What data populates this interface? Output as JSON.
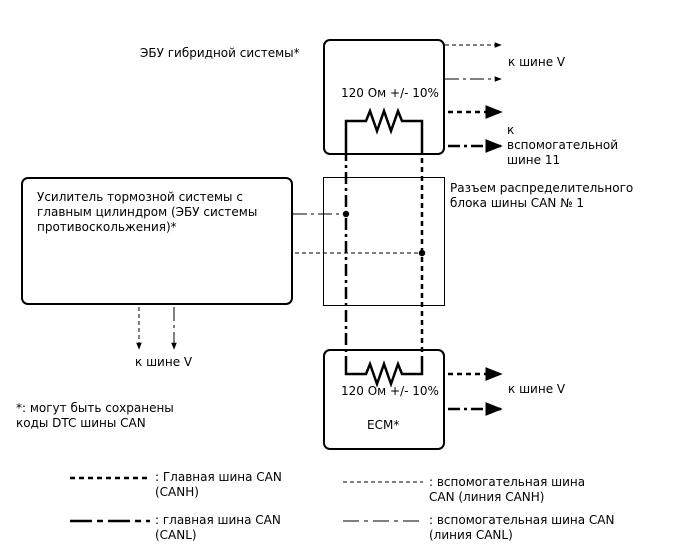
{
  "hybrid_ecu": {
    "title": "ЭБУ гибридной системы*",
    "resistor": "120 Ом +/- 10%"
  },
  "brake_booster": {
    "title": "Усилитель тормозной системы с главным цилиндром (ЭБУ системы противоскольжения)*"
  },
  "junction_connector": {
    "title": "Разъем распределительного блока шины CAN № 1"
  },
  "ecm": {
    "title": "ECM*",
    "resistor": "120 Ом +/- 10%"
  },
  "destinations": {
    "hybrid_to_bus_v": "к шине V",
    "hybrid_to_aux_bus": "к вспомогательной шине 11",
    "brake_to_bus_v": "к шине V",
    "ecm_to_bus_v": "к шине V"
  },
  "footnote": "*: могут быть сохранены коды DTC шины CAN",
  "legend": {
    "main_canh": ": Главная шина CAN (CANH)",
    "main_canl": ": главная шина CAN (CANL)",
    "aux_canh": ": вспомогательная шина CAN (линия CANH)",
    "aux_canl": ": вспомогательная шина CAN (линия CANL)"
  },
  "colors": {
    "line": "#000000",
    "background": "#ffffff"
  }
}
